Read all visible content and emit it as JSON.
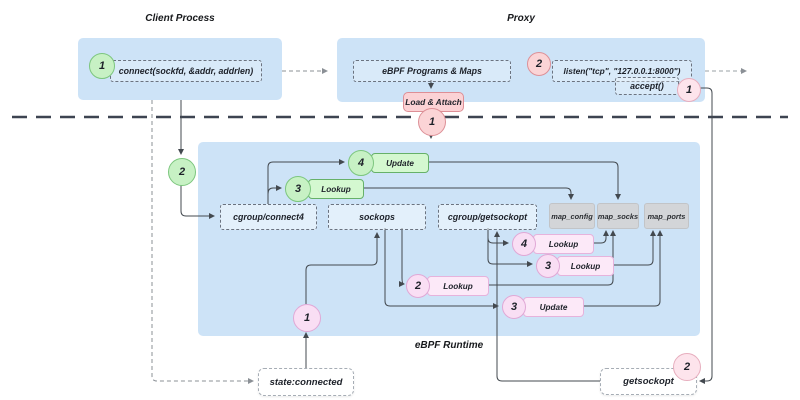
{
  "client": {
    "title": "Client Process",
    "step": "1",
    "syscall": "connect(sockfd, &addr, addrlen)"
  },
  "proxy": {
    "title": "Proxy",
    "programs_box": "eBPF Programs & Maps",
    "listen_step": "2",
    "listen_call": "listen(\"tcp\", \"127.0.0.1:8000\")",
    "accept_call": "accept()",
    "accept_step": "1",
    "load_attach_label": "Load & Attach",
    "load_step": "1"
  },
  "runtime": {
    "title": "eBPF Runtime",
    "connect4_step": "2",
    "prog_connect4": "cgroup/connect4",
    "prog_sockops": "sockops",
    "prog_getsockopt": "cgroup/getsockopt",
    "maps": {
      "config": "map_config",
      "socks": "map_socks",
      "ports": "map_ports"
    },
    "ops": {
      "green_update": {
        "step": "4",
        "label": "Update"
      },
      "green_lookup": {
        "step": "3",
        "label": "Lookup"
      },
      "pink_lookup_socks": {
        "step": "4",
        "label": "Lookup"
      },
      "pink_lookup_ports": {
        "step": "3",
        "label": "Lookup"
      },
      "pink_lookup_sockops": {
        "step": "2",
        "label": "Lookup"
      },
      "pink_update_ports": {
        "step": "3",
        "label": "Update"
      },
      "sockops_step": "1"
    }
  },
  "bottom": {
    "state_box": "state:connected",
    "getsockopt_box": "getsockopt",
    "getsockopt_step": "2"
  },
  "colors": {
    "panel_blue": "#cde3f7",
    "green": "#c7f1c4",
    "salmon": "#fbd4d6",
    "lavender_pink": "#f9def4",
    "map_gray": "#d3d5d8",
    "wire": "#4a5158"
  }
}
